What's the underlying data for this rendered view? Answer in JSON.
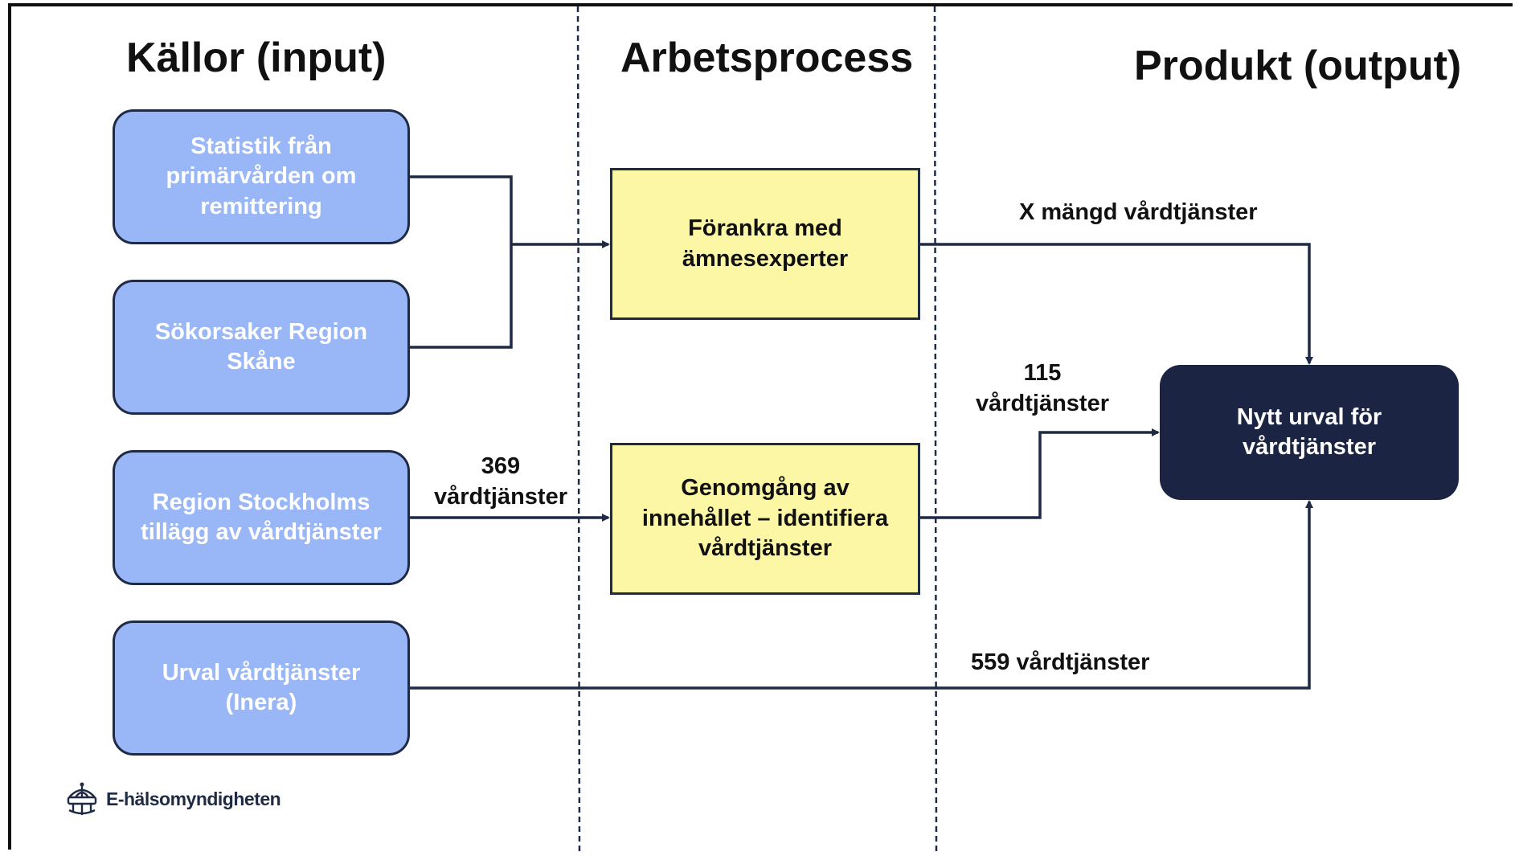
{
  "headings": {
    "sources": "Källor (input)",
    "process": "Arbetsprocess",
    "product": "Produkt (output)"
  },
  "sources": [
    "Statistik från primärvården om remittering",
    "Sökorsaker Region Skåne",
    "Region Stockholms tillägg av vårdtjänster",
    "Urval vårdtjänster (Inera)"
  ],
  "process": {
    "anchor": "Förankra med ämnesexperter",
    "review": "Genomgång av innehållet – identifiera vårdtjänster"
  },
  "output": "Nytt urval för vårdtjänster",
  "edge_labels": {
    "in_369": "369 vårdtjänster",
    "x_amount": "X mängd vårdtjänster",
    "out_115": "115 vårdtjänster",
    "out_559": "559 vårdtjänster"
  },
  "logo": "E-hälsomyndigheten",
  "colors": {
    "source_fill": "#99b6f7",
    "process_fill": "#fbf7a4",
    "output_fill": "#1c2443",
    "line": "#1f2a44"
  }
}
